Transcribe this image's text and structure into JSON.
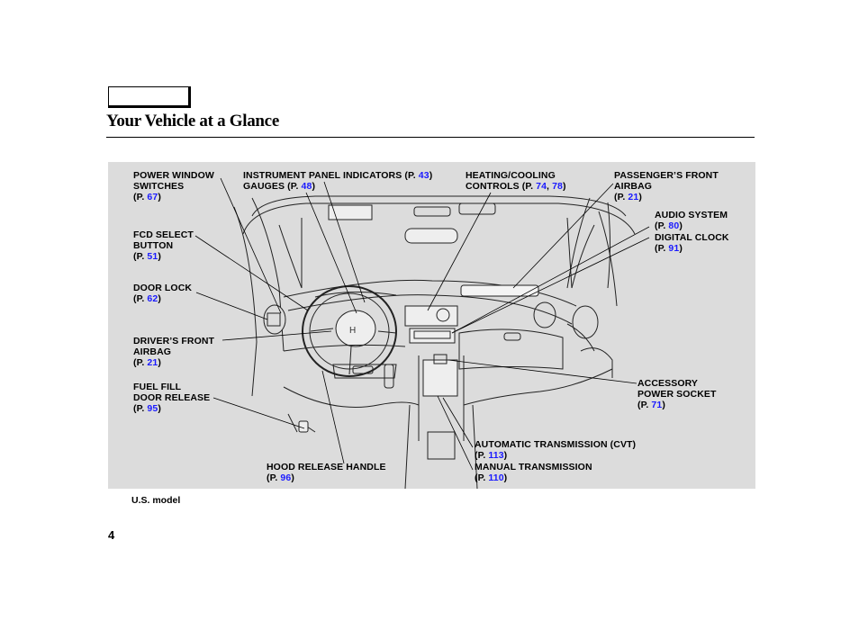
{
  "header": {
    "title": "Your Vehicle at a Glance"
  },
  "footnote": "U.S. model",
  "page_number": "4",
  "callouts": {
    "power_window": {
      "l1": "POWER WINDOW",
      "l2": "SWITCHES",
      "p1": "67"
    },
    "instrument_panel": {
      "l1": "INSTRUMENT PANEL INDICATORS",
      "p1": "43",
      "l2": "GAUGES",
      "p2": "48"
    },
    "heating_cooling": {
      "l1": "HEATING/COOLING",
      "l2": "CONTROLS",
      "p1": "74",
      "p2": "78"
    },
    "passenger_airbag": {
      "l1": "PASSENGER’S FRONT",
      "l2": "AIRBAG",
      "p1": "21"
    },
    "audio_system": {
      "l1": "AUDIO SYSTEM",
      "p1": "80"
    },
    "digital_clock": {
      "l1": "DIGITAL CLOCK",
      "p1": "91"
    },
    "fcd_select": {
      "l1": "FCD SELECT",
      "l2": "BUTTON",
      "p1": "51"
    },
    "door_lock": {
      "l1": "DOOR LOCK",
      "p1": "62"
    },
    "driver_airbag": {
      "l1": "DRIVER’S FRONT",
      "l2": "AIRBAG",
      "p1": "21"
    },
    "fuel_fill": {
      "l1": "FUEL FILL",
      "l2": "DOOR RELEASE",
      "p1": "95"
    },
    "accessory_socket": {
      "l1": "ACCESSORY",
      "l2": "POWER SOCKET",
      "p1": "71"
    },
    "auto_trans": {
      "l1": "AUTOMATIC TRANSMISSION (CVT)",
      "p1": "113"
    },
    "manual_trans": {
      "l1": "MANUAL TRANSMISSION",
      "p1": "110"
    },
    "hood_release": {
      "l1": "HOOD RELEASE HANDLE",
      "p1": "96"
    }
  },
  "labels": {
    "p_prefix": "P."
  },
  "colors": {
    "page_ref": "#1a1aff",
    "figure_bg": "#dcdcdc"
  }
}
